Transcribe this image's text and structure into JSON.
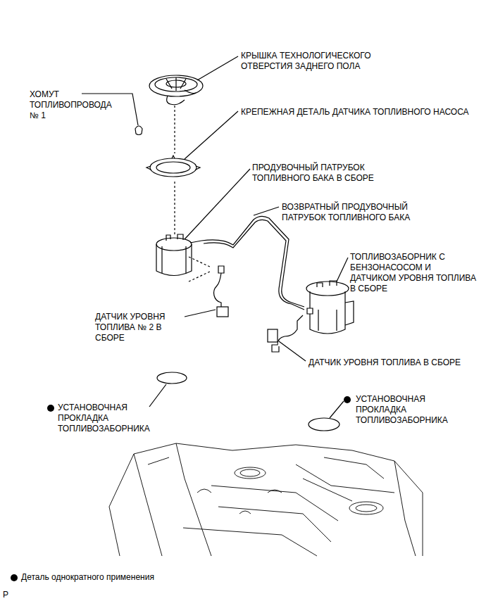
{
  "diagram": {
    "labels": [
      "КРЫШКА ТЕХНОЛОГИЧЕСКОГО ОТВЕРСТИЯ ЗАДНЕГО ПОЛА",
      "ХОМУТ ТОПЛИВОПРОВОДА № 1",
      "КРЕПЕЖНАЯ ДЕТАЛЬ ДАТЧИКА ТОПЛИВНОГО НАСОСА",
      "ПРОДУВОЧНЫЙ ПАТРУБОК ТОПЛИВНОГО БАКА В СБОРЕ",
      "ВОЗВРАТНЫЙ ПРОДУВОЧНЫЙ ПАТРУБОК ТОПЛИВНОГО БАКА",
      "ТОПЛИВОЗАБОРНИК С БЕНЗОНАСОСОМ И ДАТЧИКОМ УРОВНЯ ТОПЛИВА В СБОРЕ",
      "ДАТЧИК УРОВНЯ ТОПЛИВА № 2 В СБОРЕ",
      "ДАТЧИК УРОВНЯ ТОПЛИВА В СБОРЕ",
      "УСТАНОВОЧНАЯ ПРОКЛАДКА ТОПЛИВОЗАБОРНИКА",
      "УСТАНОВОЧНАЯ ПРОКЛАДКА ТОПЛИВОЗАБОРНИКА",
      "P"
    ],
    "legend": [
      {
        "text": "Деталь однократного применения"
      }
    ]
  }
}
